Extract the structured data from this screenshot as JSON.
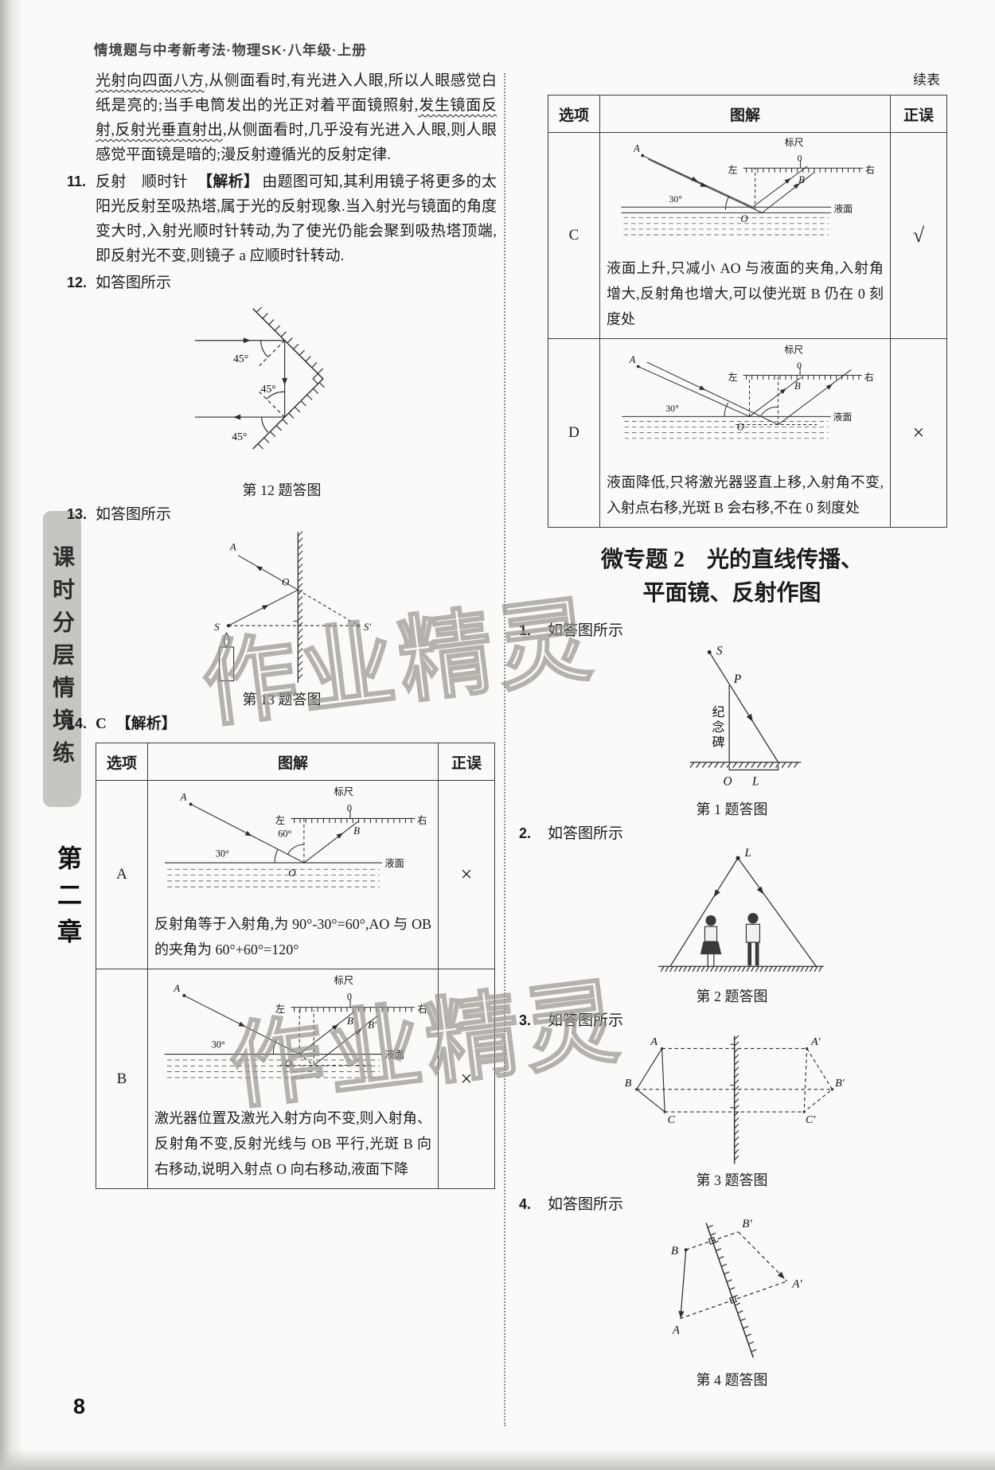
{
  "header": {
    "title": "情境题与中考新考法·物理SK·八年级·上册"
  },
  "sidebar": {
    "tab": "课时分层情境练",
    "chapter": "第二章"
  },
  "footer": {
    "page_number": "8"
  },
  "watermark": {
    "text": "作业精灵"
  },
  "sym": {
    "A": "A",
    "B": "B",
    "Bp": "B′",
    "C": "C",
    "O": "O",
    "S": "S",
    "Sp": "S′",
    "P": "P",
    "L": "L",
    "Ap": "A′",
    "Cp": "C′",
    "deg30": "30°",
    "deg45": "45°",
    "deg60": "60°",
    "zero": "0",
    "ruler": "标尺",
    "left": "左",
    "right": "右",
    "surface": "液面",
    "monument": "纪念碑"
  },
  "captions": {
    "q12": "第 12 题答图",
    "q13": "第 13 题答图",
    "q1": "第 1 题答图",
    "q2": "第 2 题答图",
    "q3": "第 3 题答图",
    "q4": "第 4 题答图"
  },
  "left_column": {
    "intro": {
      "wavy1": "光射向四面八方",
      "plain1": ",从侧面看时,有光进入人眼,所以人眼感觉白纸是亮的;当手电筒发出的光正对着平面镜照射,",
      "wavy2": "发生镜面反射,反射光垂直射出",
      "plain2": ",从侧面看时,几乎没有光进入人眼,则人眼感觉平面镜是暗的;漫反射遵循光的反射定律."
    },
    "q11": {
      "num": "11.",
      "answer": "反射　顺时针",
      "tag": "【解析】",
      "text": "由题图可知,其利用镜子将更多的太阳光反射至吸热塔,属于光的反射现象.当入射光与镜面的角度变大时,入射光顺时针转动,为了使光仍能会聚到吸热塔顶端,即反射光不变,则镜子 a 应顺时针转动."
    },
    "q12": {
      "num": "12.",
      "text": "如答图所示"
    },
    "q13": {
      "num": "13.",
      "text": "如答图所示"
    },
    "q14": {
      "num": "14.",
      "answer": "C",
      "tag": "【解析】"
    },
    "table": {
      "headers": [
        "选项",
        "图解",
        "正误"
      ],
      "rows": [
        {
          "option": "A",
          "verdict": "×",
          "note": "反射角等于入射角,为 90°-30°=60°,AO 与 OB 的夹角为 60°+60°=120°"
        },
        {
          "option": "B",
          "verdict": "×",
          "note": "激光器位置及激光入射方向不变,则入射角、反射角不变,反射光线与 OB 平行,光斑 B 向右移动,说明入射点 O 向右移动,液面下降"
        }
      ]
    }
  },
  "right_column": {
    "continued": "续表",
    "table": {
      "headers": [
        "选项",
        "图解",
        "正误"
      ],
      "rows": [
        {
          "option": "C",
          "verdict": "√",
          "note": "液面上升,只减小 AO 与液面的夹角,入射角增大,反射角也增大,可以使光斑 B 仍在 0 刻度处"
        },
        {
          "option": "D",
          "verdict": "×",
          "note": "液面降低,只将激光器竖直上移,入射角不变,入射点右移,光斑 B 会右移,不在 0 刻度处"
        }
      ]
    },
    "topic": {
      "line1": "微专题 2　光的直线传播、",
      "line2": "平面镜、反射作图"
    },
    "q1": {
      "num": "1.",
      "text": "如答图所示"
    },
    "q2": {
      "num": "2.",
      "text": "如答图所示"
    },
    "q3": {
      "num": "3.",
      "text": "如答图所示"
    },
    "q4": {
      "num": "4.",
      "text": "如答图所示"
    }
  }
}
